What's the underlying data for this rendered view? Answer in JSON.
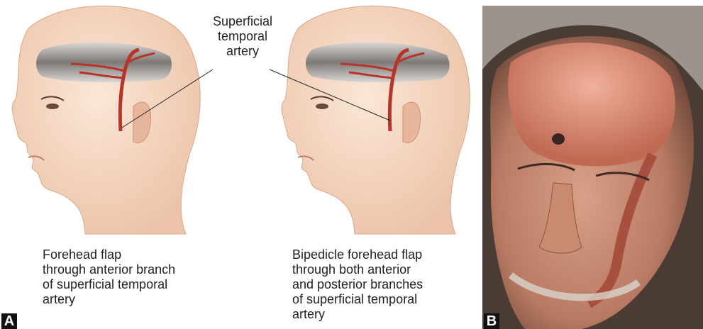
{
  "callout": {
    "label": "Superficial\ntemporal\nartery"
  },
  "captions": {
    "left": "Forehead flap\nthrough anterior branch\nof superficial temporal\nartery",
    "right": "Bipedicle forehead flap\nthrough both anterior\nand posterior branches\nof superficial temporal\nartery"
  },
  "panel_letters": {
    "a": "A",
    "b": "B"
  },
  "colors": {
    "skin": "#f6d9c4",
    "skin_shadow": "#e9bfa4",
    "artery": "#b8342a",
    "flap_band": "#8c8c8c",
    "photo_skin": "#c98a70"
  }
}
